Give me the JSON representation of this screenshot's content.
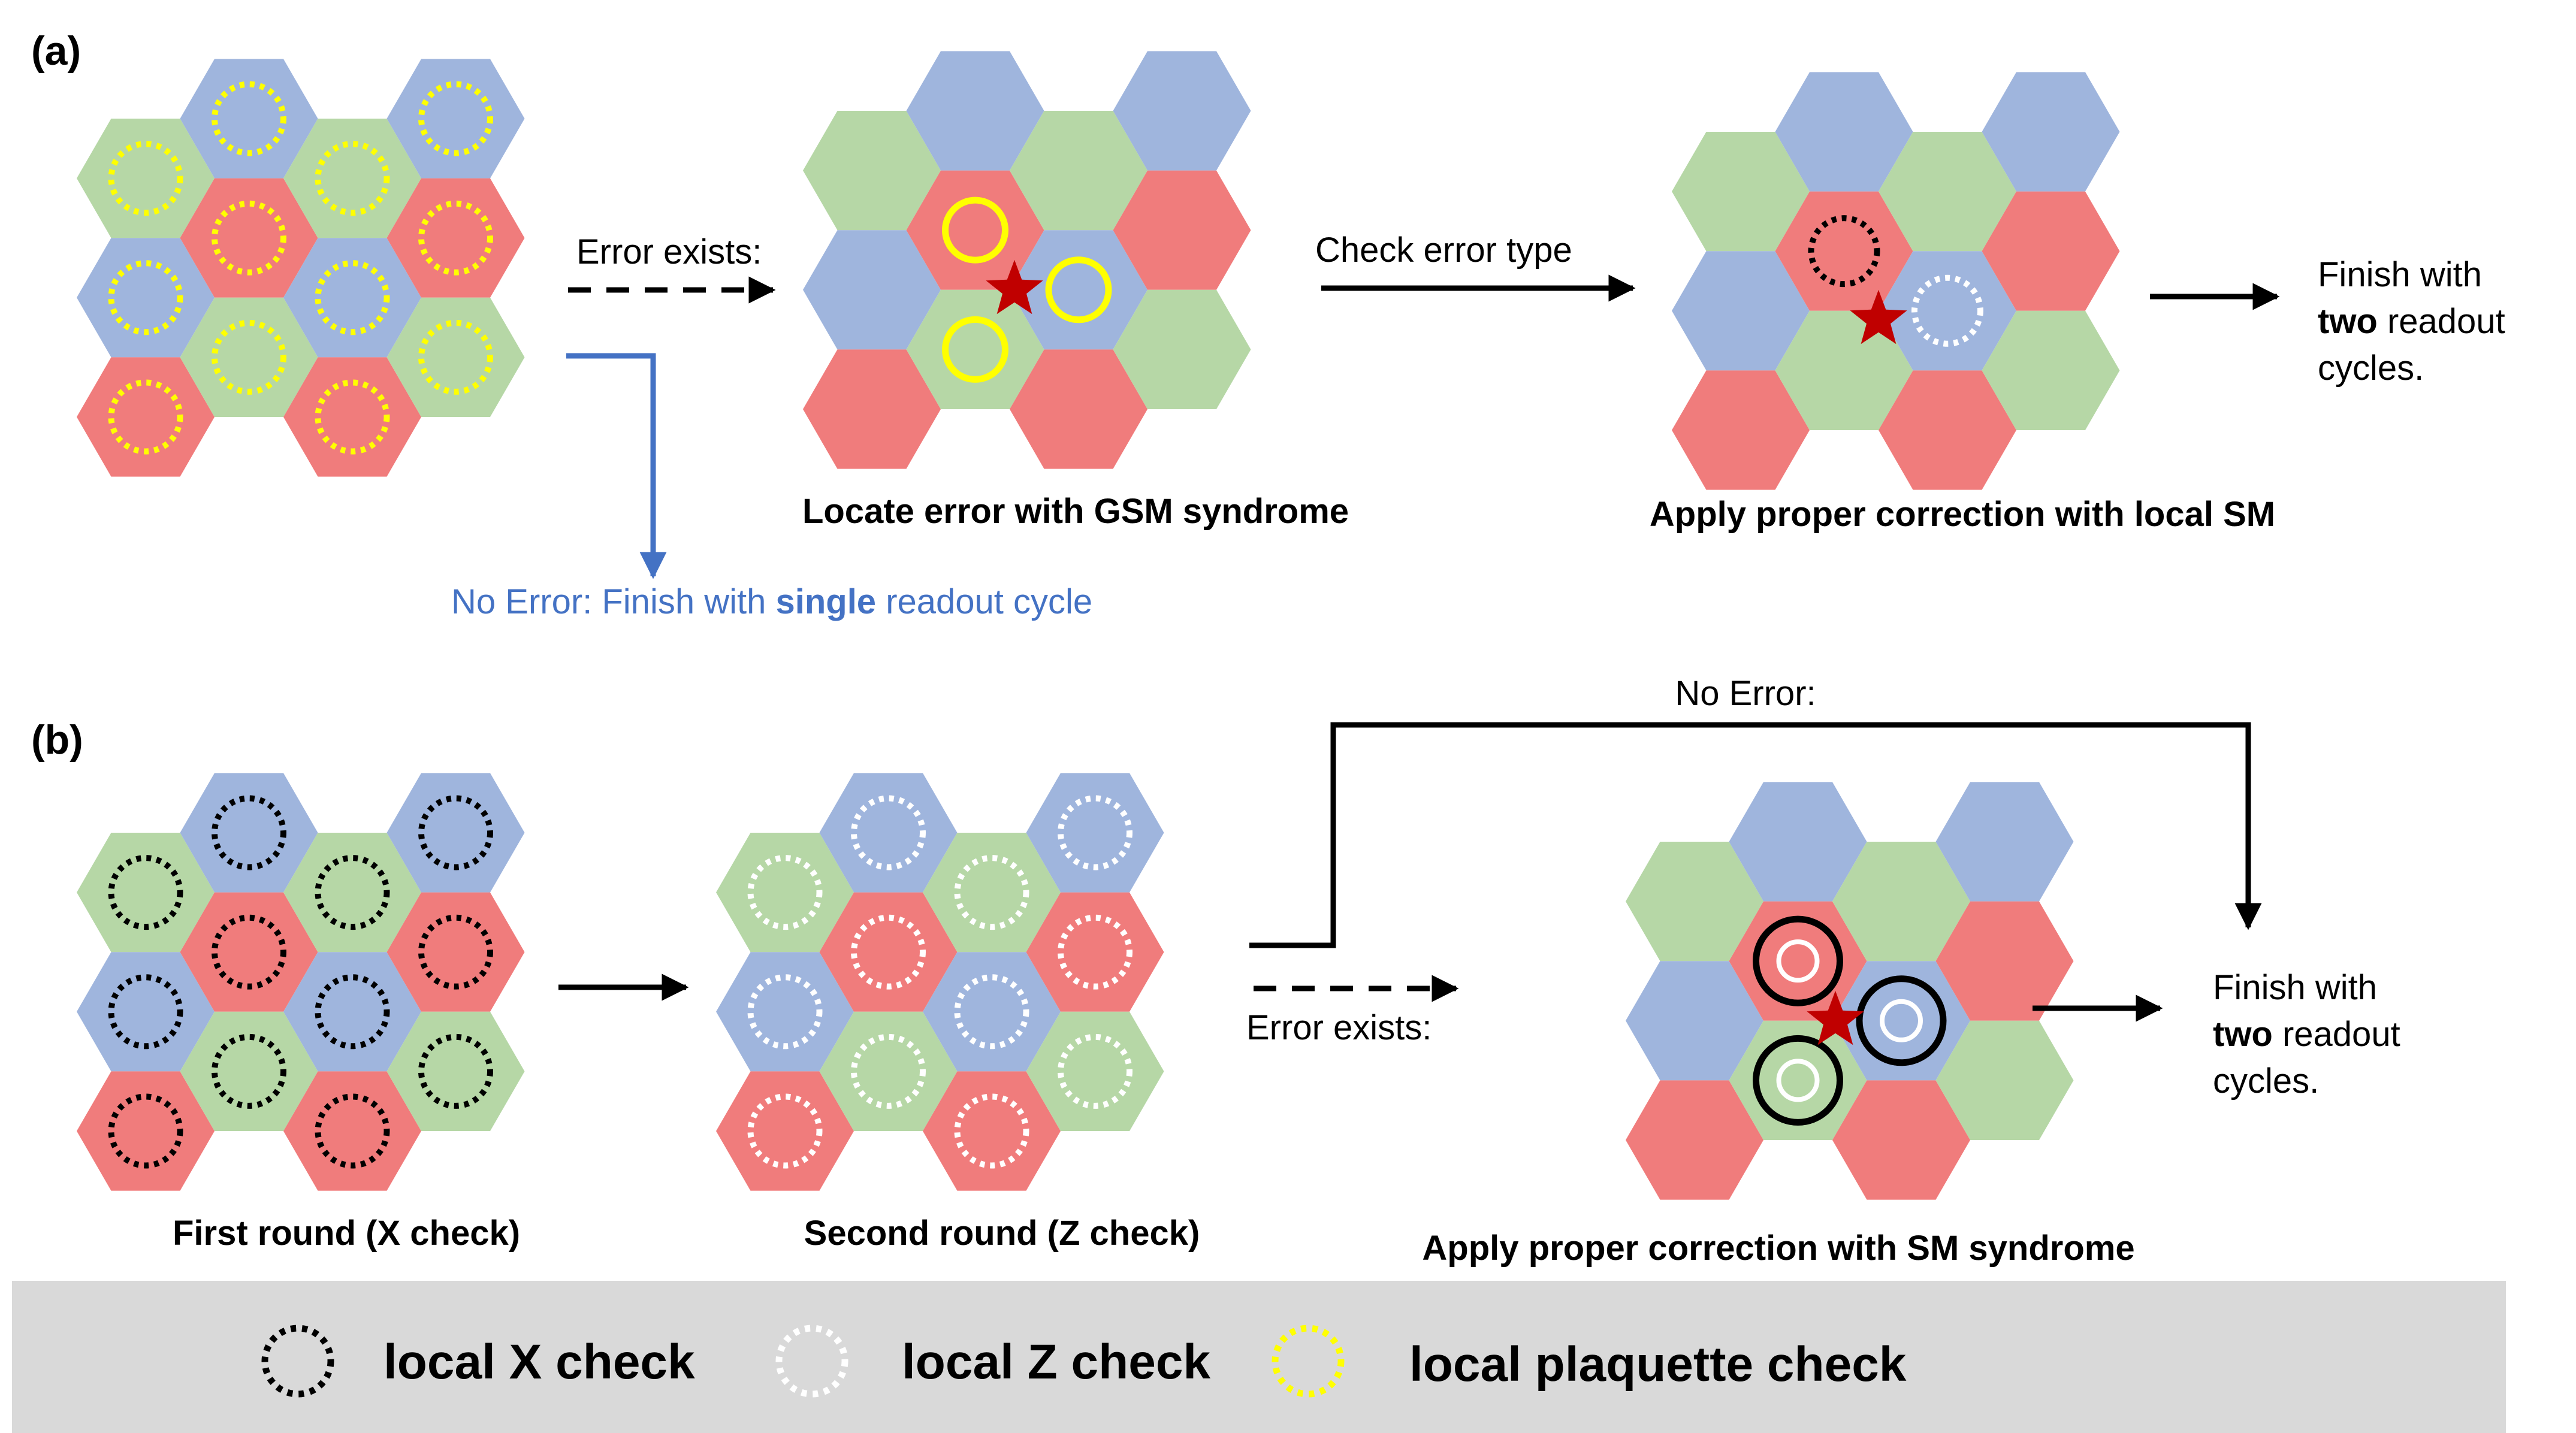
{
  "colors": {
    "blue": "#9fb5dd",
    "green": "#b6d7a6",
    "red": "#f07c7c",
    "legend_bg": "#d9d9d9",
    "arrow": "#000000",
    "blue_arrow": "#4472c4",
    "star": "#c00000",
    "yellow": "#ffff00",
    "black": "#000000",
    "white": "#ffffff"
  },
  "panel_a": {
    "label": "(a)",
    "error_exists": "Error exists:",
    "check_error_type": "Check error type",
    "locate_caption": "Locate error with GSM syndrome",
    "apply_caption": "Apply proper correction with local SM",
    "no_error_prefix": "No Error: Finish with ",
    "no_error_bold": "single",
    "no_error_suffix": " readout cycle",
    "finish_line1": "Finish with",
    "finish_bold": "two",
    "finish_line2_rest": " readout",
    "finish_line3": "cycles."
  },
  "panel_b": {
    "label": "(b)",
    "no_error": "No Error:",
    "error_exists": "Error exists:",
    "first_caption": "First round (X check)",
    "second_caption": "Second round (Z check)",
    "apply_caption": "Apply proper correction with SM syndrome",
    "finish_line1": "Finish with",
    "finish_bold": "two",
    "finish_line2_rest": " readout",
    "finish_line3": "cycles."
  },
  "legend": {
    "x_check": "local X check",
    "z_check": "local Z check",
    "plaquette_check": "local plaquette check"
  }
}
